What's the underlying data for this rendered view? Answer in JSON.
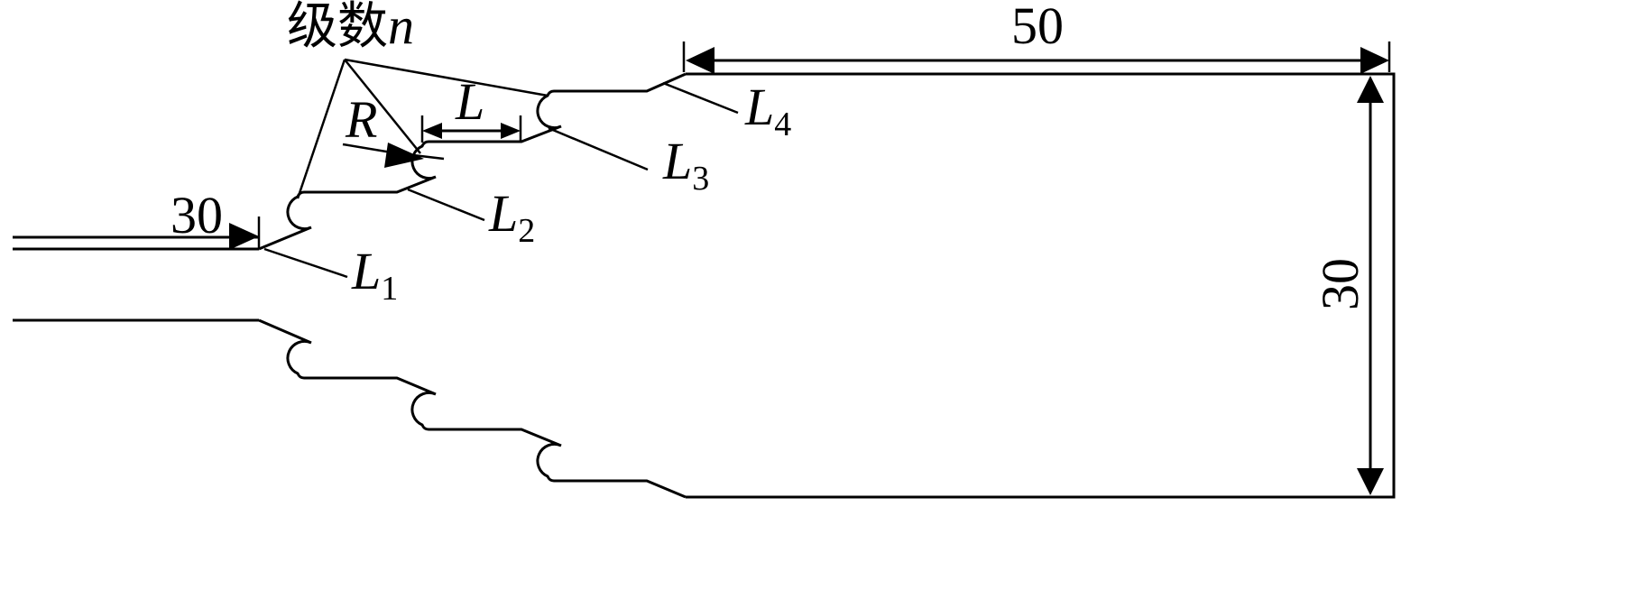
{
  "diagram": {
    "dimension_top": "50",
    "dimension_left": "30",
    "dimension_right": "30",
    "stage_label_prefix": "级数",
    "stage_label_var": "n",
    "radius_label": "R",
    "length_label": "L",
    "labels": [
      {
        "main": "L",
        "sub": "1"
      },
      {
        "main": "L",
        "sub": "2"
      },
      {
        "main": "L",
        "sub": "3"
      },
      {
        "main": "L",
        "sub": "4"
      }
    ]
  }
}
